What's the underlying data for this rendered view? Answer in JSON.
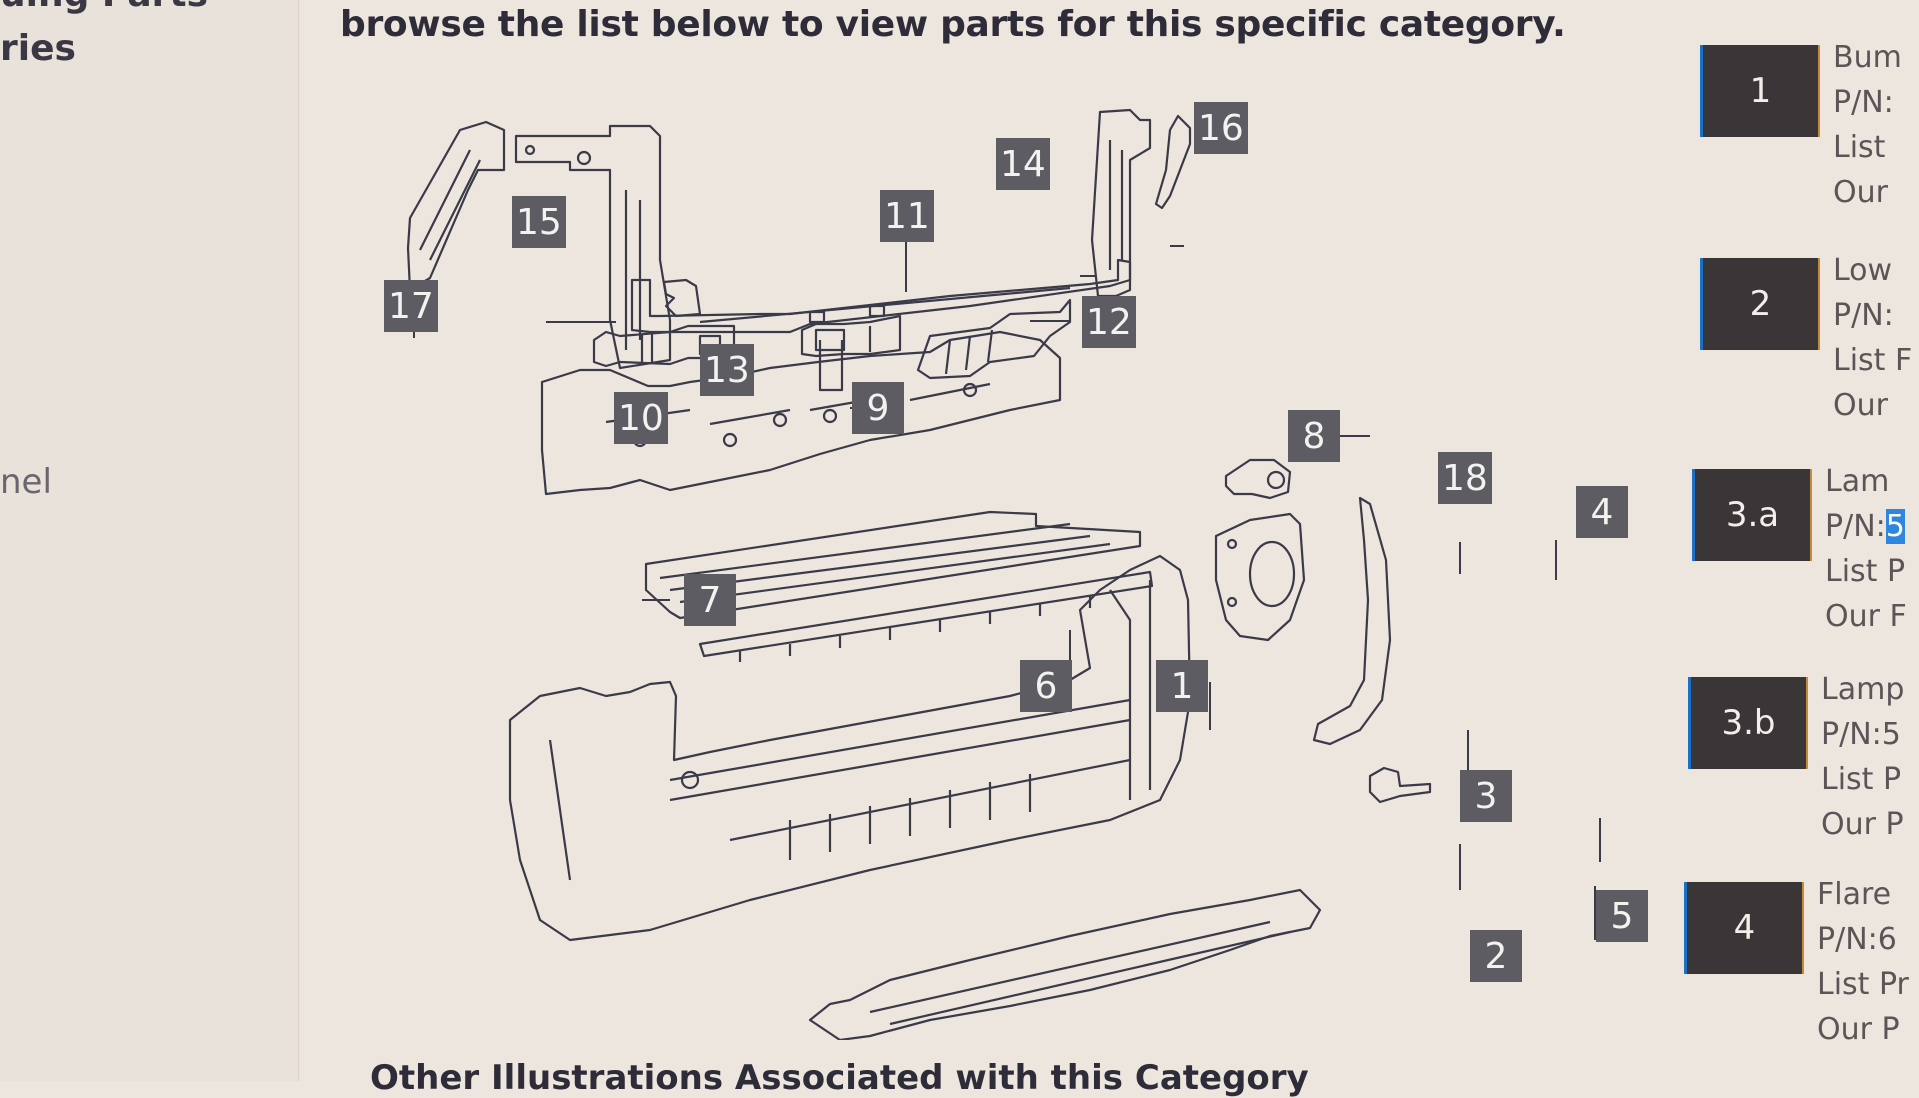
{
  "sidebar": {
    "heading_line1": "uing Parts",
    "heading_line2": "ries",
    "item_partial": "nel"
  },
  "intro_text": "browse the list below to view parts for this specific category.",
  "diagram": {
    "callouts": [
      "1",
      "2",
      "3",
      "4",
      "5",
      "6",
      "7",
      "8",
      "9",
      "10",
      "11",
      "12",
      "13",
      "14",
      "15",
      "16",
      "17",
      "18"
    ],
    "callout_color": "#5d5c63"
  },
  "parts": [
    {
      "number": "1",
      "name": "Bum",
      "pn": "P/N:",
      "list": "List",
      "our": "Our"
    },
    {
      "number": "2",
      "name": "Low",
      "pn": "P/N:",
      "list": "List F",
      "our": "Our"
    },
    {
      "number": "3.a",
      "name": "Lam",
      "pn": "P/N:",
      "pn_highlight": "5",
      "list": "List P",
      "our": "Our F"
    },
    {
      "number": "3.b",
      "name": "Lamp",
      "pn": "P/N:5",
      "list": "List P",
      "our": "Our P"
    },
    {
      "number": "4",
      "name": "Flare",
      "pn": "P/N:6",
      "list": "List Pr",
      "our": "Our P"
    }
  ],
  "other_heading": "Other Illustrations Associated with this Category"
}
